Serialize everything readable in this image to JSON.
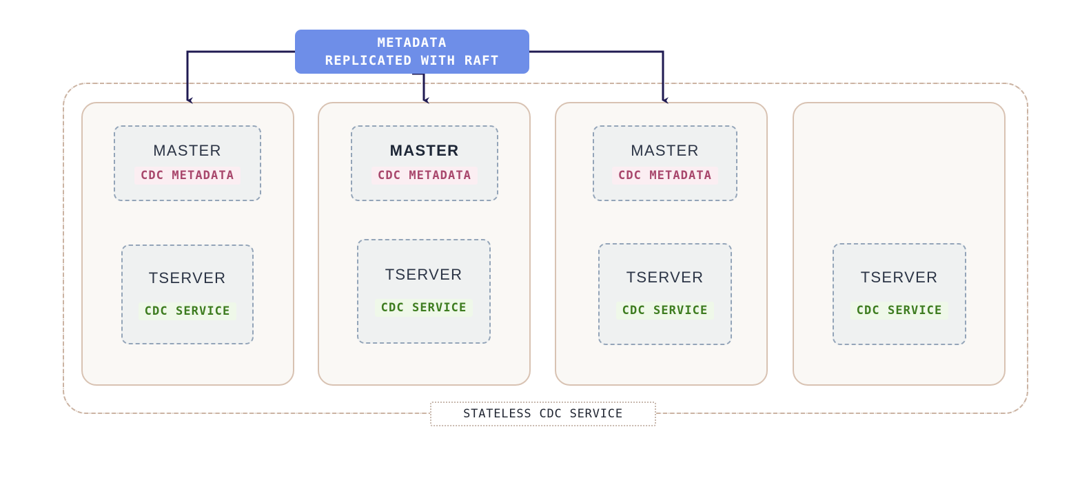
{
  "diagram": {
    "title_box": {
      "name": "metadata-replicated-with-raft",
      "line1": "METADATA",
      "line2": "REPLICATED WITH RAFT",
      "color": "#6e8ee8",
      "text_color": "#ffffff"
    },
    "container": {
      "label": "STATELESS CDC SERVICE",
      "border_color": "#cbb3a2",
      "border_style": "dash-dot"
    },
    "colors": {
      "node_card_bg": "#faf8f5",
      "node_card_border": "#d8c2b2",
      "service_box_bg": "#eff1f1",
      "service_box_border": "#93a4b8",
      "metadata_badge_text": "#a8476c",
      "metadata_badge_bg": "#fbeef2",
      "service_badge_text": "#3d7c1f",
      "service_badge_bg": "#eff8e9",
      "connector": "#1f1a52",
      "background": "#ffffff"
    },
    "nodes": [
      {
        "id": "node-1",
        "has_incoming_arrow": true,
        "master": {
          "title": "MASTER",
          "badge": "CDC METADATA",
          "is_leader": false
        },
        "tserver": {
          "title": "TSERVER",
          "badge": "CDC SERVICE"
        }
      },
      {
        "id": "node-2",
        "has_incoming_arrow": true,
        "master": {
          "title": "MASTER",
          "badge": "CDC METADATA",
          "is_leader": true
        },
        "tserver": {
          "title": "TSERVER",
          "badge": "CDC SERVICE"
        }
      },
      {
        "id": "node-3",
        "has_incoming_arrow": true,
        "master": {
          "title": "MASTER",
          "badge": "CDC METADATA",
          "is_leader": false
        },
        "tserver": {
          "title": "TSERVER",
          "badge": "CDC SERVICE"
        }
      },
      {
        "id": "node-4",
        "has_incoming_arrow": false,
        "master": null,
        "tserver": {
          "title": "TSERVER",
          "badge": "CDC SERVICE"
        }
      }
    ]
  }
}
